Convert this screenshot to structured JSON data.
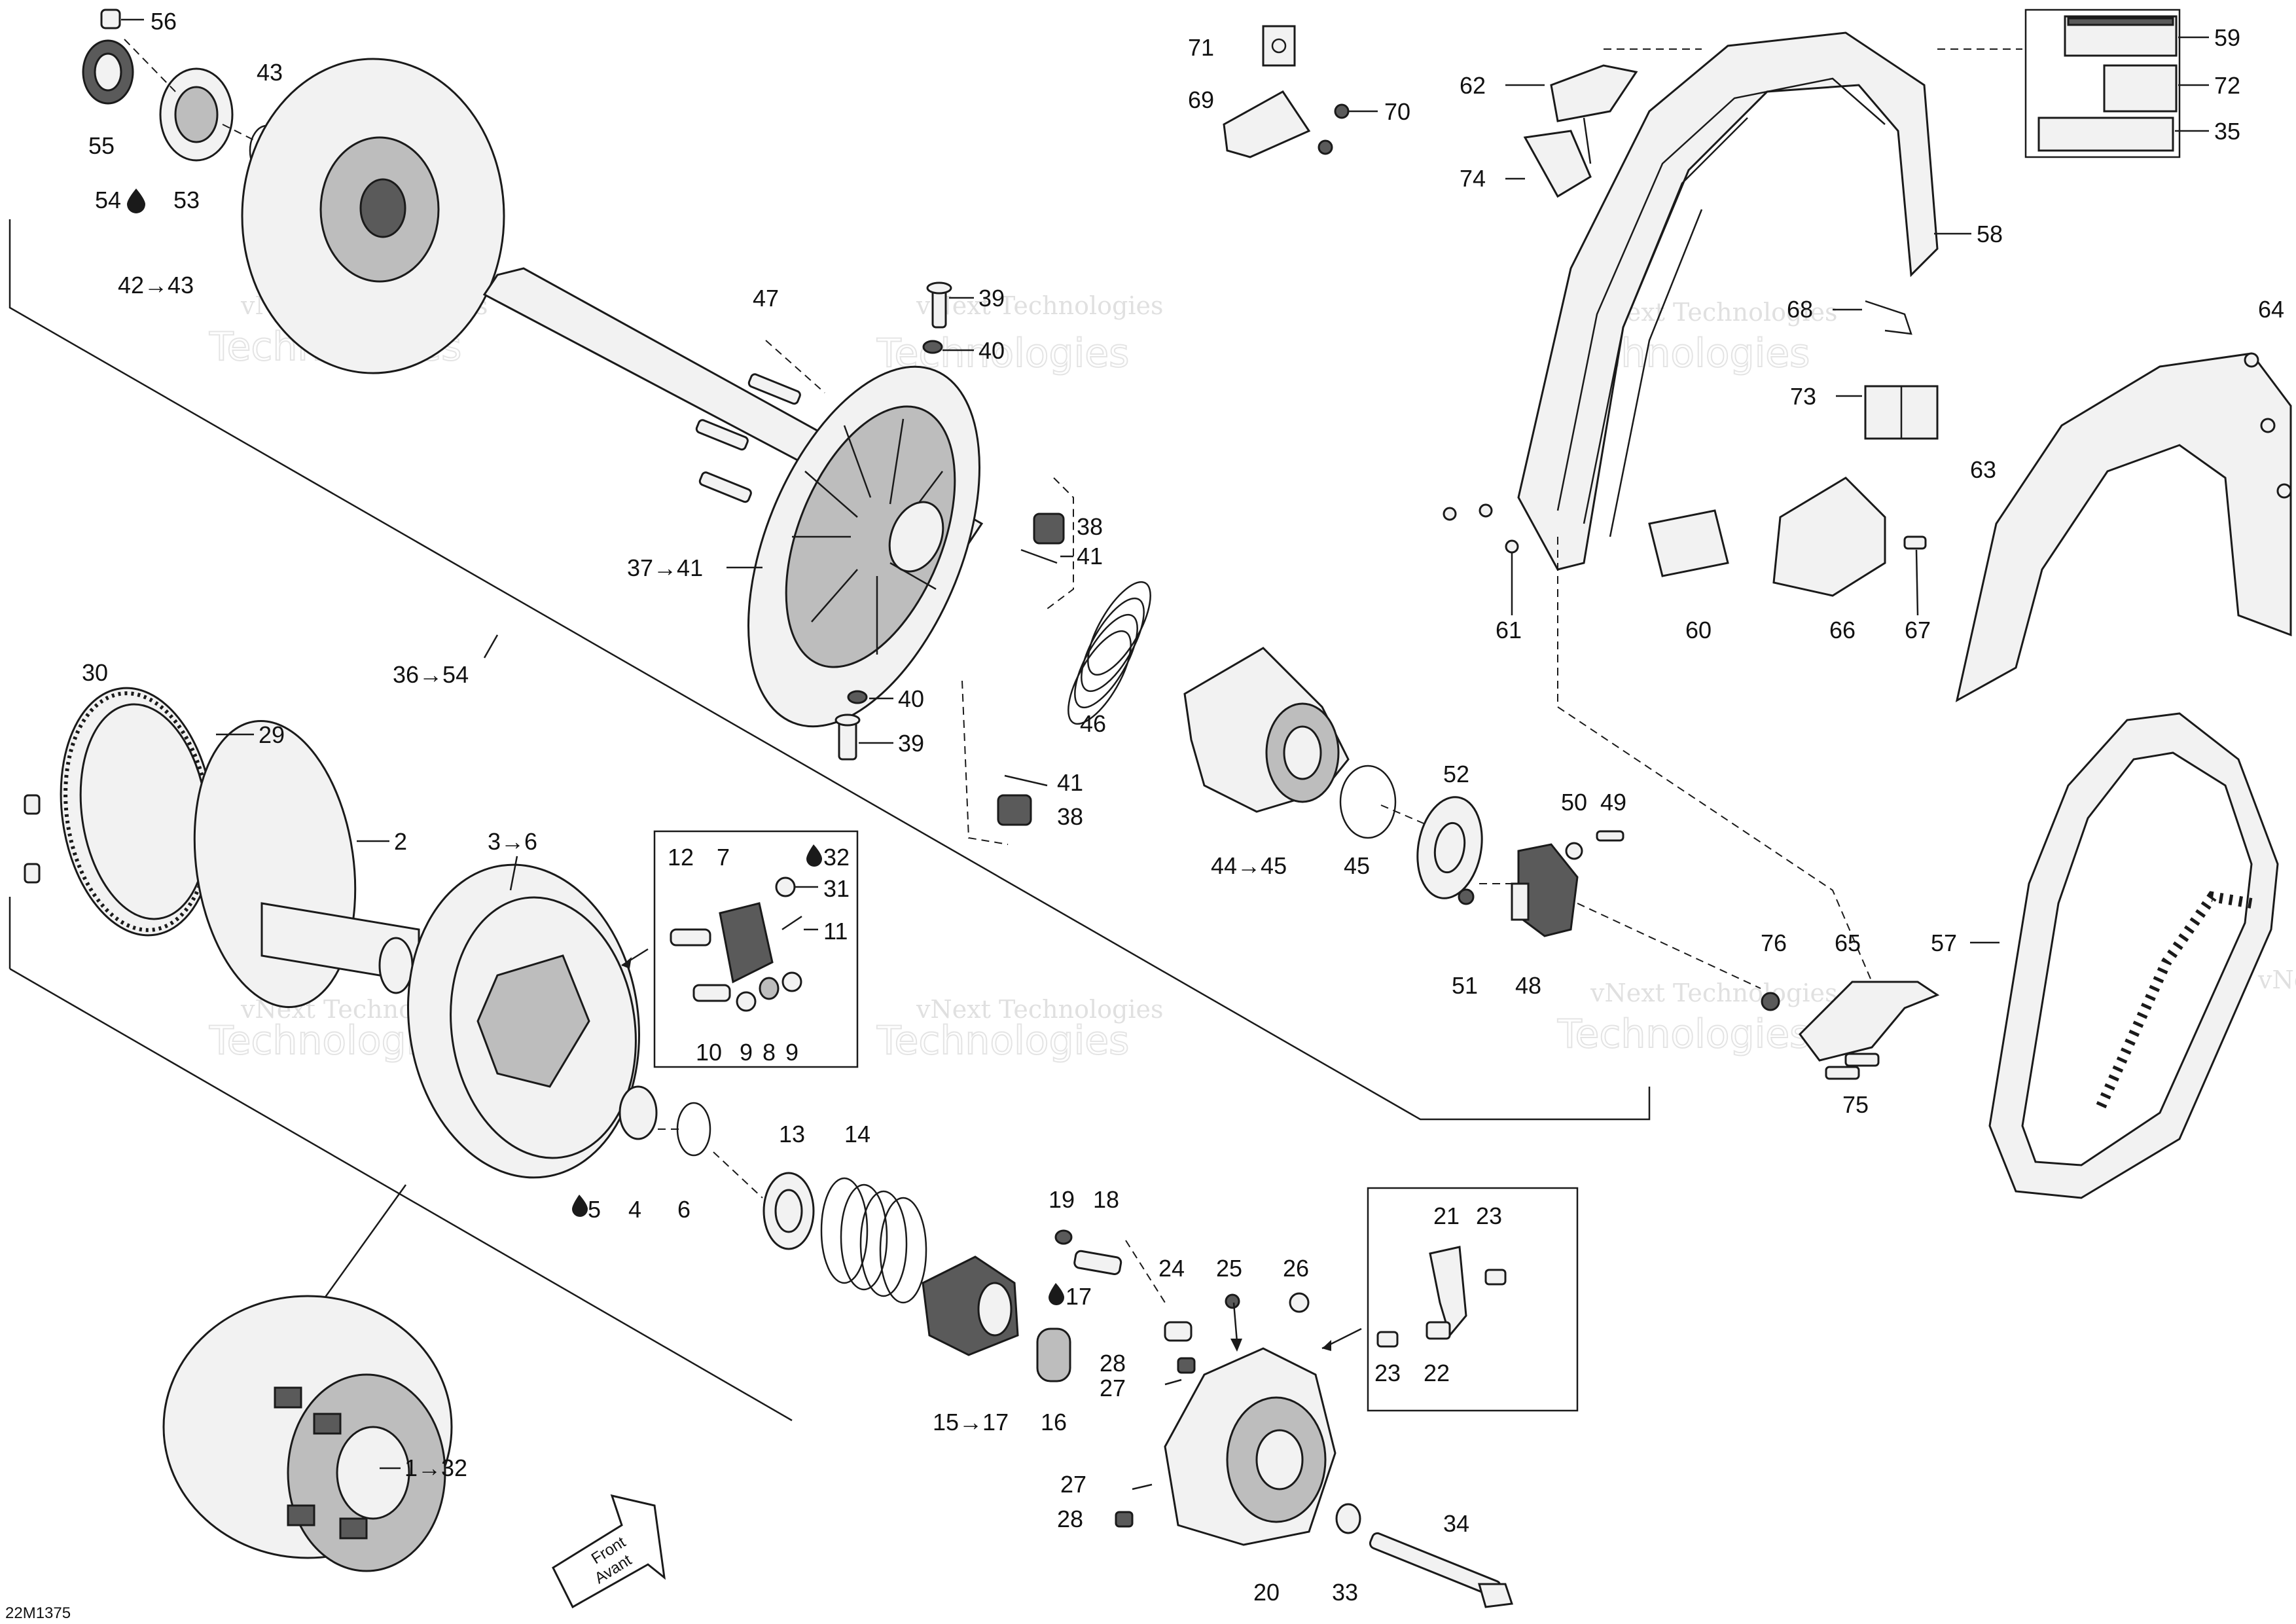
{
  "diagram_id": "22M1375",
  "watermark": {
    "line1": "vNext",
    "line2": "Technologies",
    "full": "vNext Technologies"
  },
  "front_arrow": {
    "line1": "Front",
    "line2": "Avant"
  },
  "callouts": {
    "c56": "56",
    "c55": "55",
    "c53": "53",
    "c54": "54",
    "c43": "43",
    "c42_43": "42→43",
    "c47": "47",
    "c39a": "39",
    "c40a": "40",
    "c38a": "38",
    "c41a": "41",
    "c37_41": "37→41",
    "c36_54": "36→54",
    "c46": "46",
    "c40b": "40",
    "c39b": "39",
    "c41b": "41",
    "c38b": "38",
    "c44_45": "44→45",
    "c45": "45",
    "c52": "52",
    "c50": "50",
    "c49": "49",
    "c51": "51",
    "c48": "48",
    "c30": "30",
    "c29": "29",
    "c2": "2",
    "c3_6": "3→6",
    "c12": "12",
    "c7": "7",
    "c32a": "32",
    "c31": "31",
    "c11": "11",
    "c10": "10",
    "c9a": "9",
    "c8": "8",
    "c9b": "9",
    "c5": "5",
    "c4": "4",
    "c6": "6",
    "c13": "13",
    "c14": "14",
    "c19": "19",
    "c18": "18",
    "c17": "17",
    "c15_17": "15→17",
    "c16": "16",
    "c24": "24",
    "c25": "25",
    "c26": "26",
    "c28a": "28",
    "c27a": "27",
    "c27b": "27",
    "c28b": "28",
    "c20": "20",
    "c21": "21",
    "c23a": "23",
    "c23b": "23",
    "c22": "22",
    "c33": "33",
    "c34": "34",
    "c1_32": "1→32",
    "c71": "71",
    "c69": "69",
    "c70": "70",
    "c62": "62",
    "c74": "74",
    "c59": "59",
    "c72": "72",
    "c35": "35",
    "c58": "58",
    "c68": "68",
    "c64": "64",
    "c73": "73",
    "c63": "63",
    "c61": "61",
    "c60": "60",
    "c66": "66",
    "c67": "67",
    "c57": "57",
    "c76": "76",
    "c65": "65",
    "c75": "75"
  }
}
